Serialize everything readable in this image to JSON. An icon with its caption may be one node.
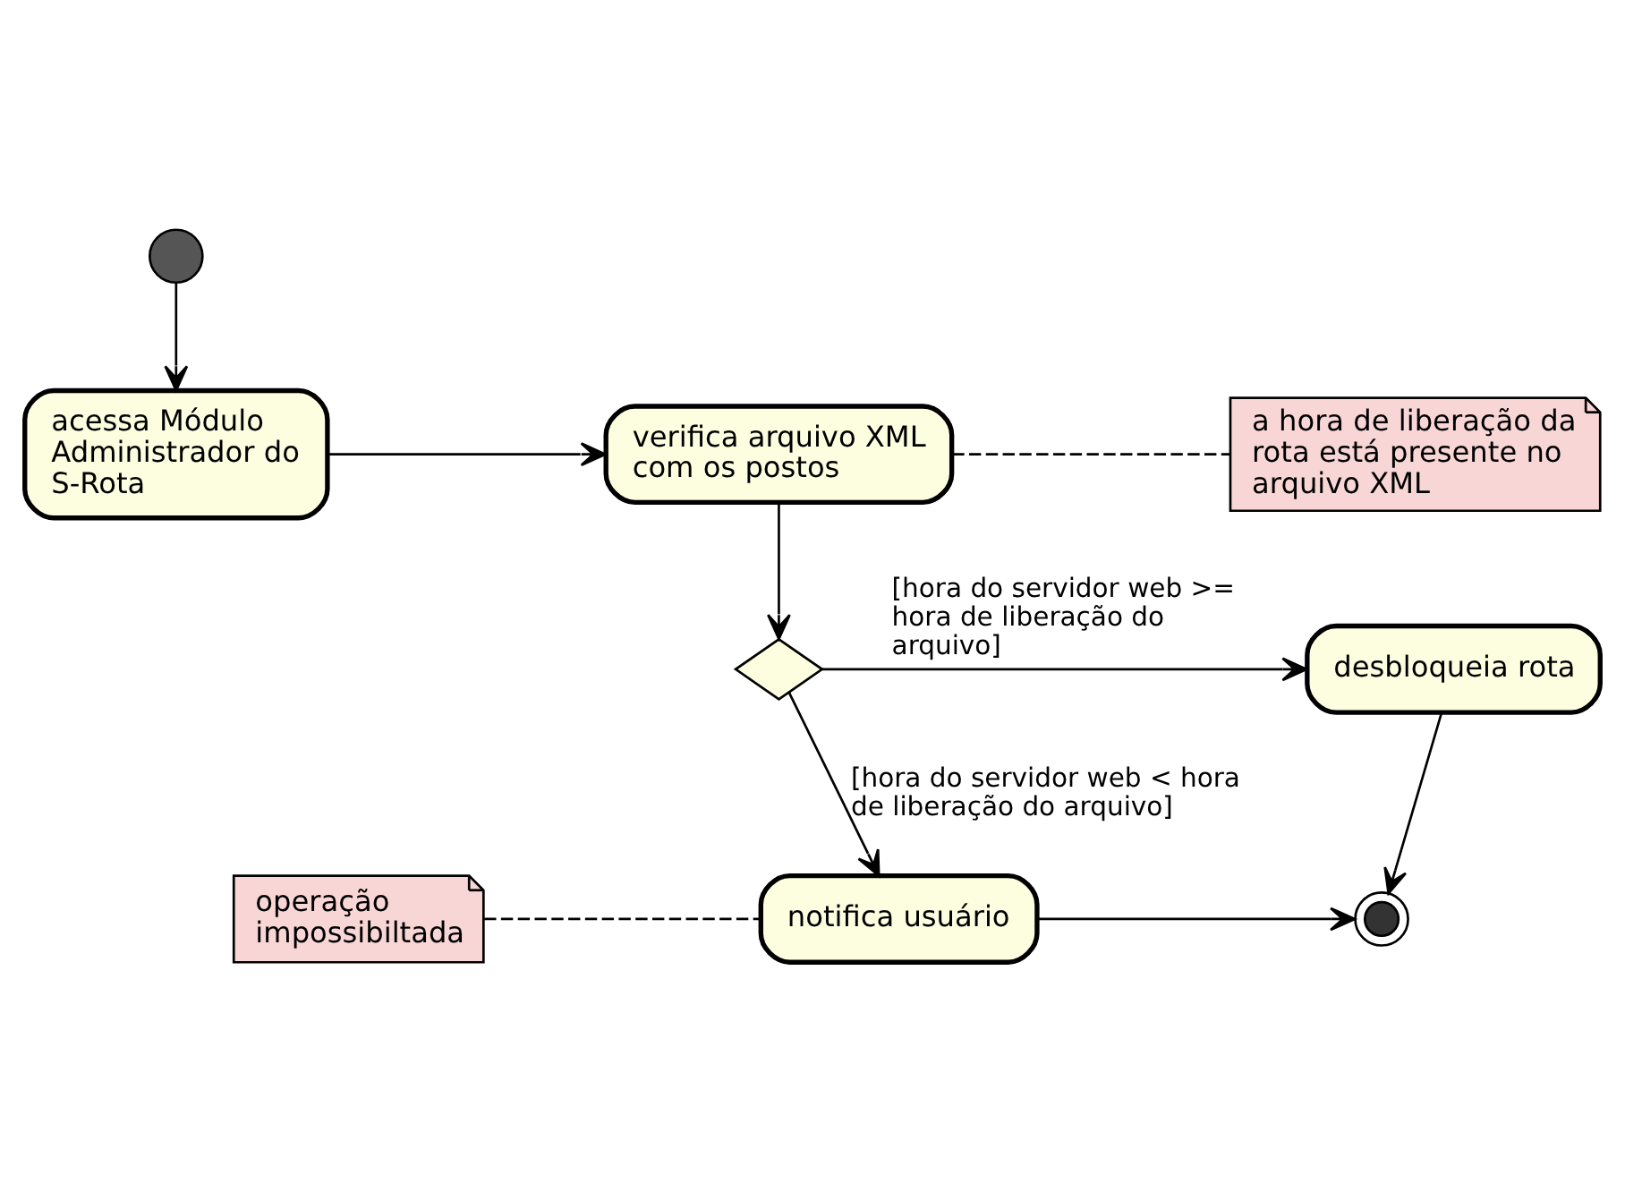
{
  "diagram": {
    "nodes": [
      {
        "text": [],
        "shape": "circle"
      },
      {
        "text": [
          "acessa Módulo Administrador do S-Rota"
        ]
      },
      {
        "text": [
          "verifica arquivo XML com os postos"
        ]
      },
      {
        "text": [
          "a hora de liberação da rota está presente no arquivo XML"
        ]
      },
      {
        "text": [],
        "shape": "diamond"
      },
      {
        "text": [
          "desbloqueia rota"
        ]
      },
      {
        "text": [
          "operação impossibiltada"
        ]
      },
      {
        "text": [
          "notifica usuário"
        ]
      },
      {
        "text": [],
        "shape": "circle"
      }
    ],
    "edges": [
      {
        "from": 0,
        "to": 1,
        "arrow": "to"
      },
      {
        "from": 1,
        "to": 2,
        "arrow": "to"
      },
      {
        "from": 2,
        "to": 3,
        "arrow": "none",
        "style": "dashed"
      },
      {
        "from": 2,
        "to": 4,
        "arrow": "to"
      },
      {
        "from": 4,
        "to": 5,
        "arrow": "to",
        "label": "[hora do servidor web >= hora de liberação do arquivo]"
      },
      {
        "from": 4,
        "to": 7,
        "arrow": "to",
        "label": "[hora do servidor web < hora de liberação do arquivo]"
      },
      {
        "from": 5,
        "to": 8,
        "arrow": "to"
      },
      {
        "from": 6,
        "to": 7,
        "arrow": "none",
        "style": "dashed"
      },
      {
        "from": 7,
        "to": 8,
        "arrow": "to"
      }
    ]
  }
}
